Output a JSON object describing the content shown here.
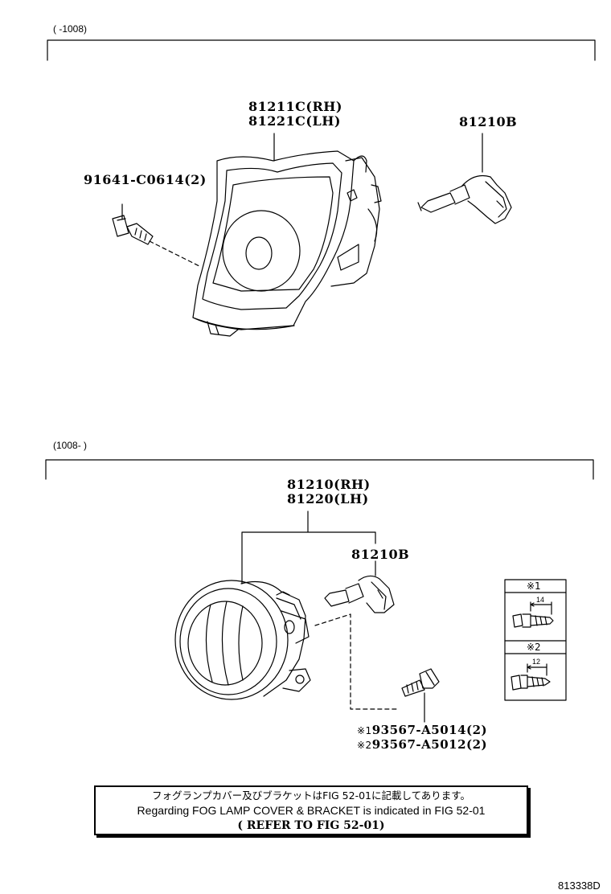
{
  "sections": [
    {
      "range_label": "(      -1008)"
    },
    {
      "range_label": "(1008-      )"
    }
  ],
  "upper": {
    "lamp_part": [
      "81211C(RH)",
      "81221C(LH)"
    ],
    "bulb_part": "81210B",
    "bolt_part": "91641-C0614(2)"
  },
  "lower": {
    "lamp_part": [
      "81210(RH)",
      "81220(LH)"
    ],
    "bulb_part": "81210B",
    "screw_parts": [
      {
        "mark": "※1",
        "number": "93567-A5014(2)"
      },
      {
        "mark": "※2",
        "number": "93567-A5012(2)"
      }
    ],
    "inset": [
      {
        "label": "※1",
        "dimension": "14"
      },
      {
        "label": "※2",
        "dimension": "12"
      }
    ]
  },
  "note": {
    "japanese": "フォグランプカバー及びブラケットはFIG 52-01に記載してあります。",
    "english": "Regarding FOG LAMP COVER & BRACKET is indicated in FIG 52-01",
    "refer": "( REFER TO FIG 52-01)"
  },
  "figure_id": "813338D"
}
